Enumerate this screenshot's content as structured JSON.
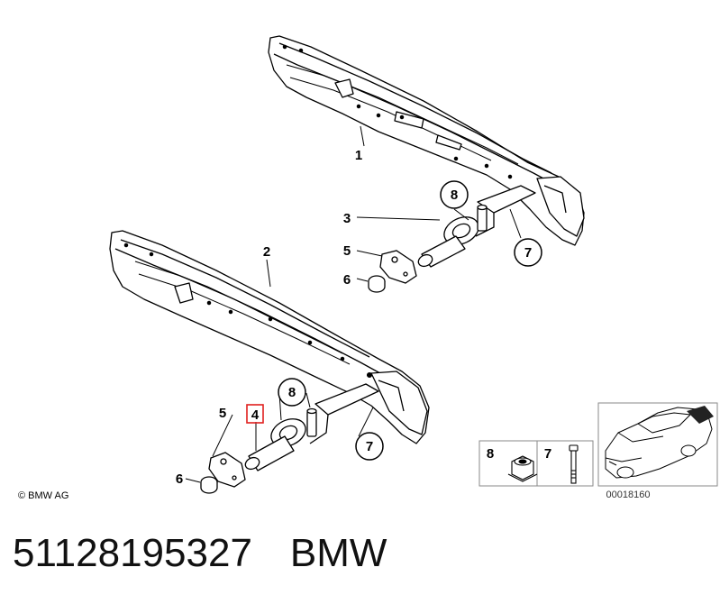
{
  "diagram": {
    "callouts": {
      "p1": "1",
      "p2": "2",
      "p3": "3",
      "p4": "4",
      "p5_upper": "5",
      "p5_lower": "5",
      "p6_upper": "6",
      "p6_lower": "6",
      "p7_upper": "7",
      "p7_lower": "7",
      "p8_upper": "8",
      "p8_lower": "8"
    },
    "highlight_color": "#e0201e",
    "copyright": "© BMW AG",
    "legend": {
      "item_a": "8",
      "item_b": "7"
    },
    "image_number": "00018160",
    "car_highlight_color": "#222222"
  },
  "footer": {
    "part_number": "51128195327",
    "brand": "BMW"
  }
}
